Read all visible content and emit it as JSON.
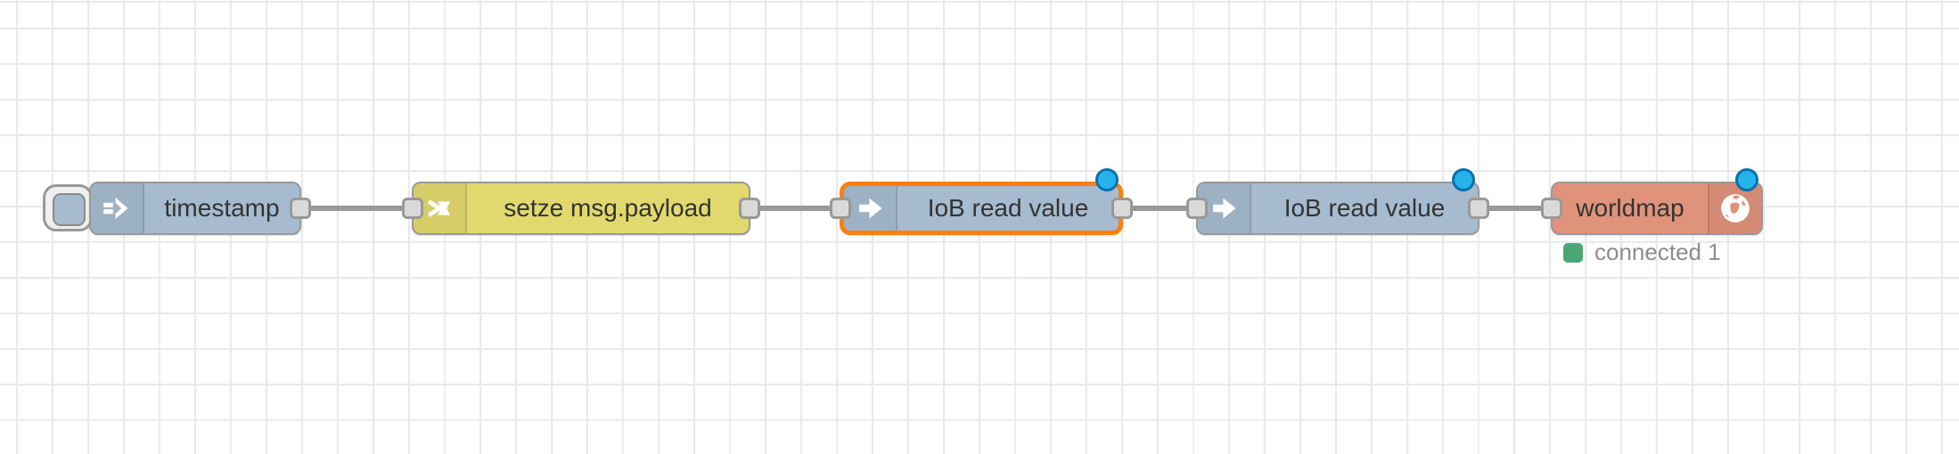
{
  "app": {
    "name": "node-red-flow-editor",
    "view": "flow-canvas"
  },
  "colors": {
    "background": "#ffffff",
    "grid_line": "#e9e9e9",
    "wire": "#999999",
    "node_border": "#999999",
    "selected_border": "#ff7f0e",
    "inject_node": "#a6bbcf",
    "change_node": "#e2d96e",
    "iobroker_node": "#a6bbcf",
    "worldmap_node": "#e0927b",
    "port_fill": "#d9d9d9",
    "changed_dot_fill": "#25b3ea",
    "changed_dot_border": "#0b6fad",
    "status_connected_fill": "#4ca574",
    "status_text": "#8d8d8d",
    "label_text": "#333333"
  },
  "nodes": [
    {
      "type": "inject",
      "label": "timestamp",
      "icon": "inject-arrow-icon",
      "has_button": true,
      "selected": false,
      "changed": false
    },
    {
      "type": "change",
      "label": "setze msg.payload",
      "icon": "shuffle-icon",
      "selected": false,
      "changed": false
    },
    {
      "type": "iobroker-get",
      "label": "IoB read value",
      "icon": "arrow-right-icon",
      "selected": true,
      "changed": true
    },
    {
      "type": "iobroker-get",
      "label": "IoB read value",
      "icon": "arrow-right-icon",
      "selected": false,
      "changed": true
    },
    {
      "type": "worldmap",
      "label": "worldmap",
      "icon": "globe-icon",
      "selected": false,
      "changed": true,
      "status": {
        "text": "connected 1",
        "state": "connected"
      }
    }
  ],
  "wires": [
    {
      "from": "timestamp",
      "to": "setze msg.payload"
    },
    {
      "from": "setze msg.payload",
      "to": "IoB read value (1)"
    },
    {
      "from": "IoB read value (1)",
      "to": "IoB read value (2)"
    },
    {
      "from": "IoB read value (2)",
      "to": "worldmap"
    }
  ]
}
